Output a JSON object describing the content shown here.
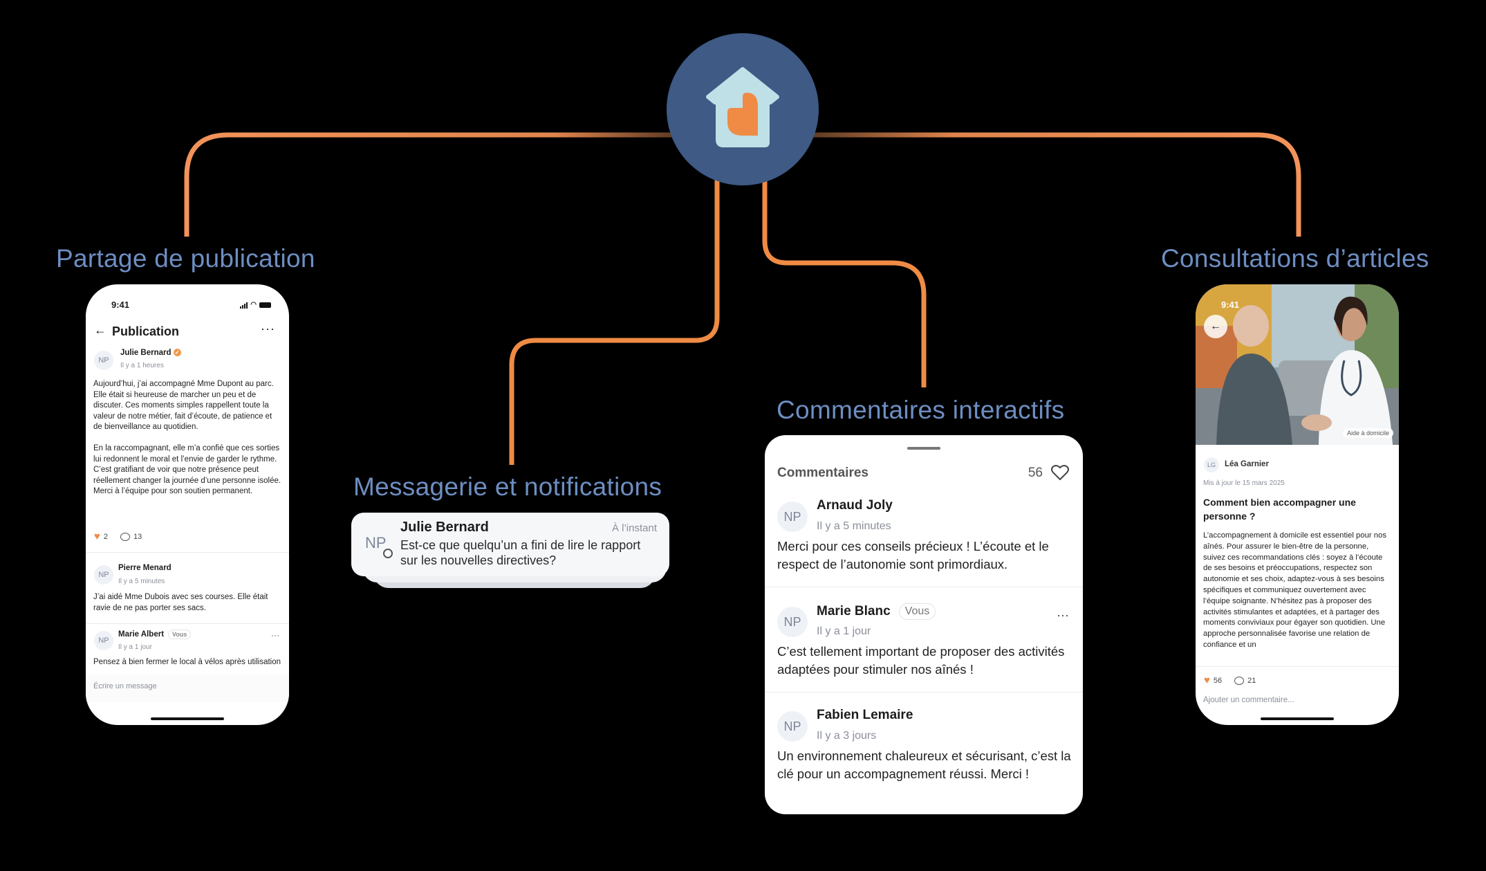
{
  "colors": {
    "background": "#000000",
    "accent": "#ef8b45",
    "hub": "#3e5a85",
    "title": "#6d8ec2"
  },
  "hub": {
    "icon": "house-heart-icon"
  },
  "sections": {
    "share": "Partage de publication",
    "messaging": "Messagerie et notifications",
    "comments": "Commentaires interactifs",
    "articles": "Consultations d’articles"
  },
  "left_phone": {
    "status_time": "9:41",
    "header": {
      "title": "Publication",
      "back_icon": "arrow-left-icon",
      "more_icon": "more-icon"
    },
    "post": {
      "avatar": "NP",
      "author": "Julie Bernard",
      "time": "Il y a 1 heures",
      "line1": "Aujourd’hui, j’ai accompagné Mme Dupont au parc.",
      "line2": "Elle était si heureuse de marcher un peu et de discuter. Ces moments simples rappellent toute la valeur de notre métier, fait d’écoute, de patience et de bienveillance au quotidien.",
      "line3": "En la raccompagnant, elle m’a confié que ces sorties lui redonnent le moral et l’envie de garder le rythme. C’est gratifiant de voir que notre présence peut réellement changer la journée d’une personne isolée. Merci à l’équipe pour son soutien permanent.",
      "likes": "2",
      "comments": "13"
    },
    "comments": [
      {
        "avatar": "NP",
        "name": "Pierre Menard",
        "time": "Il y a 5 minutes",
        "text": "J’ai aidé Mme Dubois avec ses courses. Elle était ravie de ne pas porter ses sacs."
      },
      {
        "avatar": "NP",
        "name": "Marie Albert",
        "badge": "Vous",
        "time": "Il y a 1 jour",
        "text": "Pensez à bien fermer le local à vélos après utilisation"
      }
    ],
    "input_placeholder": "Écrire un message"
  },
  "notification": {
    "avatar": "NP",
    "sender": "Julie Bernard",
    "time": "À l’instant",
    "message": "Est-ce que quelqu’un a fini de lire le rapport sur les nouvelles directives?"
  },
  "comments_card": {
    "title": "Commentaires",
    "count": "56",
    "items": [
      {
        "avatar": "NP",
        "name": "Arnaud Joly",
        "time": "Il y a 5 minutes",
        "text": "Merci pour ces conseils précieux ! L’écoute et le respect de l’autonomie sont primordiaux."
      },
      {
        "avatar": "NP",
        "name": "Marie Blanc",
        "badge": "Vous",
        "time": "Il y a 1 jour",
        "text": "C’est tellement important de proposer des activités adaptées pour stimuler nos aînés !"
      },
      {
        "avatar": "NP",
        "name": "Fabien Lemaire",
        "time": "Il y a 3 jours",
        "text": "Un environnement chaleureux et sécurisant, c’est la clé pour un accompagnement réussi. Merci !"
      }
    ]
  },
  "right_phone": {
    "status_time": "9:41",
    "image_tag": "Aide à domicile",
    "author_avatar": "LG",
    "author": "Léa Garnier",
    "updated": "Mis à jour le 15 mars 2025",
    "title": "Comment bien accompagner une personne ?",
    "body": "L’accompagnement à domicile est essentiel pour nos aînés. Pour assurer le bien-être de la personne, suivez ces recommandations clés : soyez à l’écoute de ses besoins et préoccupations, respectez son autonomie et ses choix, adaptez-vous à ses besoins spécifiques et communiquez ouvertement avec l’équipe soignante. N’hésitez pas à proposer des activités stimulantes et adaptées, et à partager des moments conviviaux pour égayer son quotidien. Une approche personnalisée favorise une relation de confiance et un",
    "likes": "56",
    "comments": "21",
    "comment_placeholder": "Ajouter un commentaire..."
  }
}
